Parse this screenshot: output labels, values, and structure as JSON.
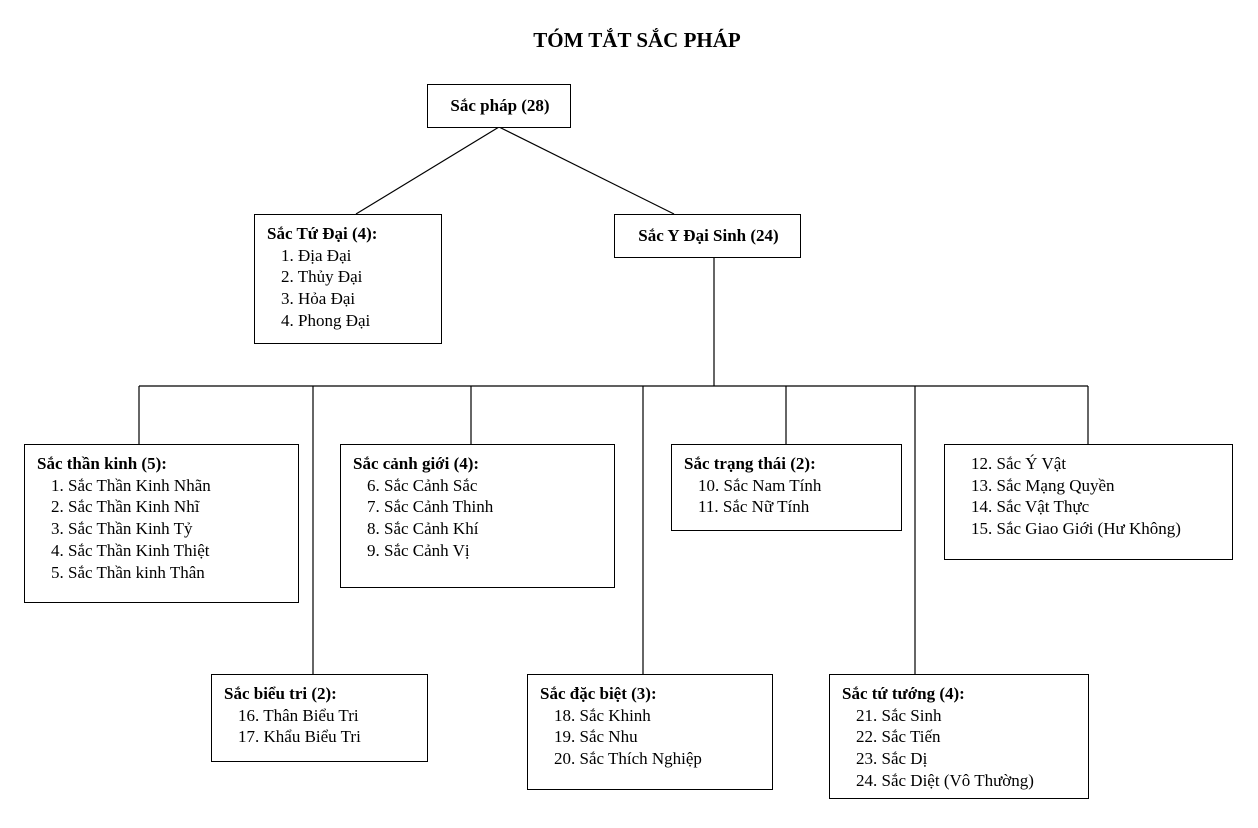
{
  "title": "TÓM TẮT SẮC PHÁP",
  "root": {
    "label": "Sắc pháp (28)"
  },
  "tu_dai": {
    "heading": "Sắc Tứ Đại (4):",
    "items": [
      "1. Địa Đại",
      "2. Thủy Đại",
      "3. Hỏa Đại",
      "4. Phong Đại"
    ]
  },
  "y_dai_sinh": {
    "label": "Sắc Y Đại Sinh (24)"
  },
  "than_kinh": {
    "heading": "Sắc thần kinh (5):",
    "items": [
      "1. Sắc Thần Kinh Nhãn",
      "2. Sắc Thần Kinh Nhĩ",
      "3. Sắc Thần Kinh Tỷ",
      "4. Sắc Thần Kinh Thiệt",
      "5. Sắc Thần kinh Thân"
    ]
  },
  "canh_gioi": {
    "heading": "Sắc cảnh giới (4):",
    "items": [
      "6. Sắc Cảnh Sắc",
      "7. Sắc Cảnh Thinh",
      "8. Sắc Cảnh Khí",
      "9. Sắc Cảnh Vị"
    ]
  },
  "trang_thai": {
    "heading": "Sắc trạng thái (2):",
    "items": [
      "10. Sắc Nam Tính",
      "11. Sắc Nữ Tính"
    ]
  },
  "other_group": {
    "items": [
      "12. Sắc Ý Vật",
      "13. Sắc Mạng Quyền",
      "14. Sắc Vật Thực",
      "15. Sắc Giao Giới (Hư Không)"
    ]
  },
  "bieu_tri": {
    "heading": "Sắc biểu tri (2):",
    "items": [
      "16. Thân Biểu Tri",
      "17. Khẩu Biểu Tri"
    ]
  },
  "dac_biet": {
    "heading": "Sắc đặc biệt (3):",
    "items": [
      "18. Sắc Khinh",
      "19. Sắc Nhu",
      "20. Sắc Thích Nghiệp"
    ]
  },
  "tu_tuong": {
    "heading": "Sắc tứ tướng (4):",
    "items": [
      "21. Sắc Sinh",
      "22. Sắc Tiến",
      "23. Sắc Dị",
      "24. Sắc Diệt (Vô Thường)"
    ]
  }
}
